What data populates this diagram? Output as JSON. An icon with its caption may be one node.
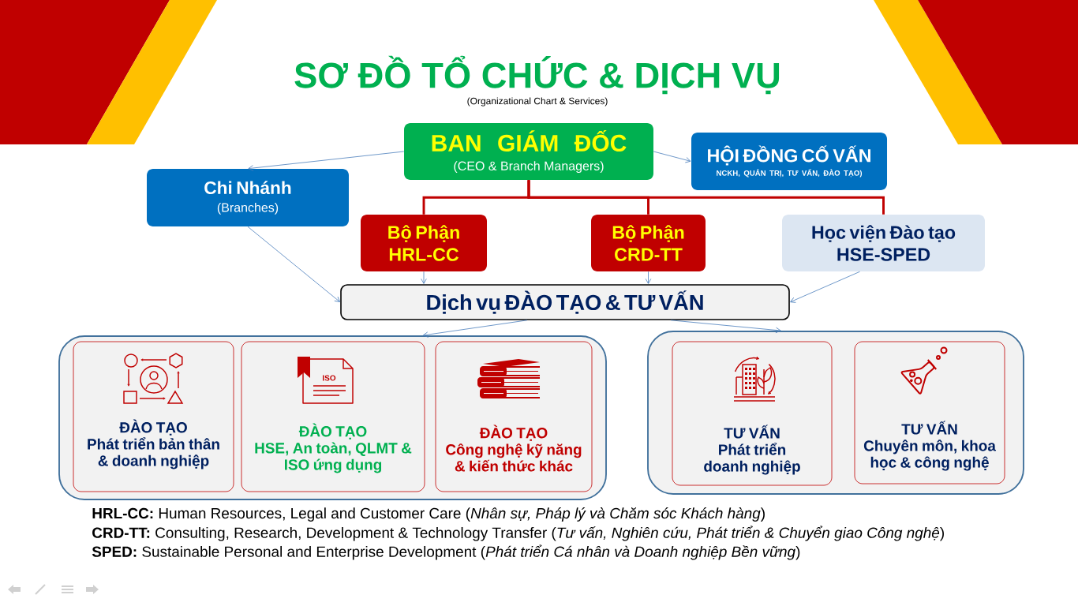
{
  "diagram": {
    "title": "SƠ ĐỒ TỔ CHỨC & DỊCH VỤ",
    "nodes": [
      {
        "text": [
          "BAN GIÁM ĐỐC",
          "(CEO & Branch Managers)"
        ]
      },
      {
        "text": [
          "HỘI ĐỒNG CỐ VẤN",
          "NCKH, QUẢN TRỊ, TƯ VẤN, ĐÀO TẠO)"
        ]
      },
      {
        "text": [
          "Chi Nhánh",
          "(Branches)"
        ]
      },
      {
        "text": [
          "Bộ Phận HRL-CC"
        ]
      },
      {
        "text": [
          "Bộ Phận CRD-TT"
        ]
      },
      {
        "text": [
          "Học viện Đào tạo HSE-SPED"
        ]
      },
      {
        "text": [
          "Dịch vụ ĐÀO TẠO & TƯ VẤN"
        ]
      },
      {
        "text": [],
        "shape": "box"
      },
      {
        "text": [
          "ĐÀO TẠO",
          "Phát triển bản thân & doanh nghiệp"
        ],
        "in": 7
      },
      {
        "text": [
          "ĐÀO TẠO",
          "HSE, An toàn, QLMT & ISO ứng dụng"
        ],
        "in": 7
      },
      {
        "text": [
          "ĐÀO TẠO",
          "Công nghệ kỹ năng & kiến thức khác"
        ],
        "in": 7
      },
      {
        "text": [],
        "shape": "box"
      },
      {
        "text": [
          "TƯ VẤN",
          "Phát triển doanh nghiệp"
        ],
        "in": 11
      },
      {
        "text": [
          "TƯ VẤN",
          "Chuyên môn, khoa học & công nghệ"
        ],
        "in": 11
      }
    ],
    "edges": [
      {
        "from": 0,
        "to": 2,
        "arrow": "to"
      },
      {
        "from": 0,
        "to": 1,
        "arrow": "to"
      },
      {
        "from": 0,
        "to": 3,
        "arrow": "none",
        "style": "thick",
        "color": "#c00000"
      },
      {
        "from": 0,
        "to": 4,
        "arrow": "none",
        "style": "thick",
        "color": "#c00000"
      },
      {
        "from": 0,
        "to": 5,
        "arrow": "none",
        "style": "thick",
        "color": "#c00000"
      },
      {
        "from": 2,
        "to": 6,
        "arrow": "to"
      },
      {
        "from": 3,
        "to": 6,
        "arrow": "to"
      },
      {
        "from": 4,
        "to": 6,
        "arrow": "to"
      },
      {
        "from": 5,
        "to": 6,
        "arrow": "to"
      },
      {
        "from": 6,
        "to": 7,
        "arrow": "to"
      },
      {
        "from": 6,
        "to": 11,
        "arrow": "to"
      }
    ],
    "labels": [
      "(Organizational Chart & Services)",
      "ISO",
      "**HRL-CC:** Human Resources, Legal and Customer Care (*Nhân sự, Pháp lý và Chăm sóc Khách hàng*)",
      "**CRD-TT:** Consulting, Research, Development & Technology Transfer (*Tư vấn, Nghiên cứu, Phát triển & Chuyển giao Công nghệ*)",
      "**SPED:** Sustainable Personal and Enterprise Development (*Phát triển Cá nhân và Doanh nghiệp Bền vững*)"
    ]
  }
}
